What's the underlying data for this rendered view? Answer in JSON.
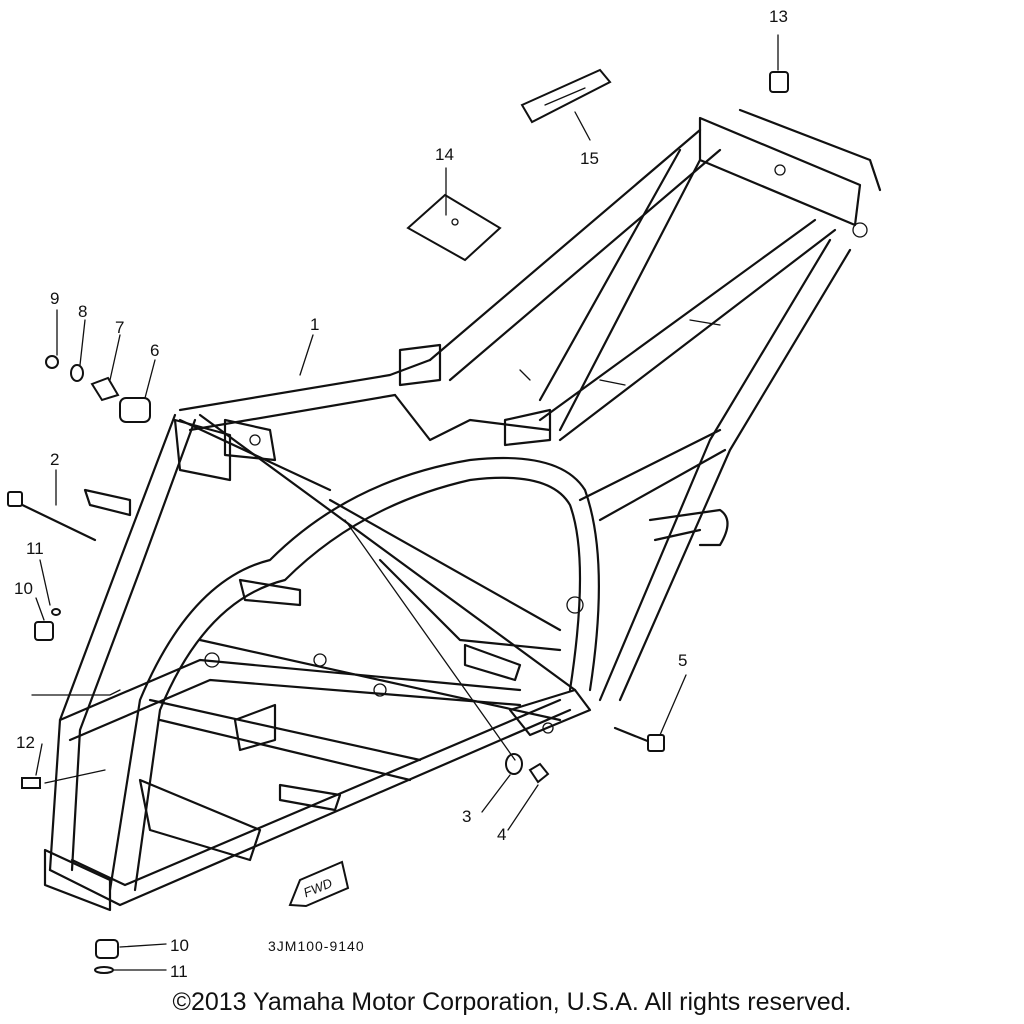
{
  "diagram_code": "3JM100-9140",
  "fwd_marker": "FWD",
  "copyright": "©2013 Yamaha Motor Corporation, U.S.A. All rights reserved.",
  "labels": {
    "p1": "1",
    "p2": "2",
    "p3": "3",
    "p4": "4",
    "p5": "5",
    "p6": "6",
    "p7": "7",
    "p8": "8",
    "p9": "9",
    "p10a": "10",
    "p10b": "10",
    "p11a": "11",
    "p11b": "11",
    "p12": "12",
    "p13": "13",
    "p14": "14",
    "p15": "15"
  }
}
